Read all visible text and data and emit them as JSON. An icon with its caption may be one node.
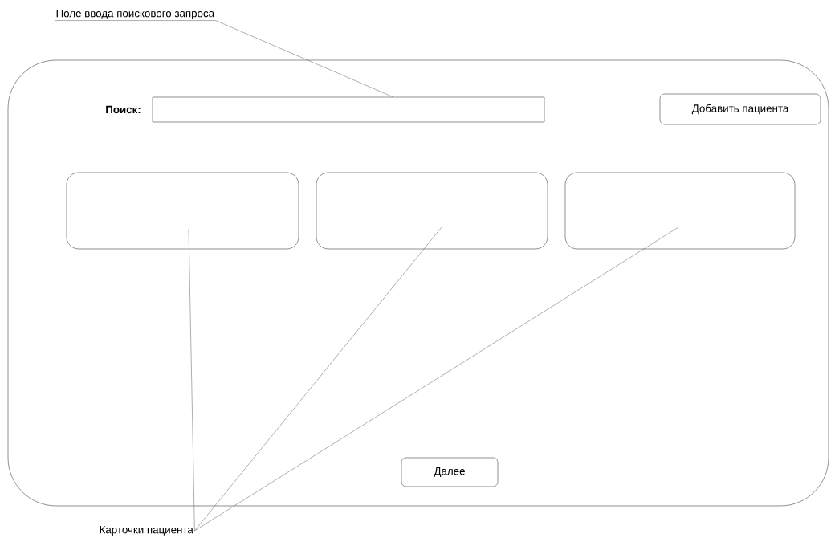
{
  "diagram": {
    "nodes": [
      {
        "text": [
          "Поле ввода поискового запроса"
        ]
      },
      {
        "text": [],
        "shape": "box"
      },
      {
        "text": [],
        "shape": "box",
        "in": 1,
        "beside": [
          "Поиск:"
        ]
      },
      {
        "text": [
          "Добавить пациента"
        ],
        "in": 1
      },
      {
        "text": [],
        "shape": "box",
        "in": 1
      },
      {
        "text": [],
        "shape": "box",
        "in": 1
      },
      {
        "text": [],
        "shape": "box",
        "in": 1
      },
      {
        "text": [
          "Далее"
        ],
        "in": 1
      },
      {
        "text": [
          "Карточки пациента"
        ]
      }
    ],
    "edges": [
      {
        "from": 0,
        "to": 2,
        "arrow": "none"
      },
      {
        "from": 8,
        "to": 4,
        "arrow": "none"
      },
      {
        "from": 8,
        "to": 5,
        "arrow": "none"
      },
      {
        "from": 8,
        "to": 6,
        "arrow": "none"
      }
    ]
  }
}
